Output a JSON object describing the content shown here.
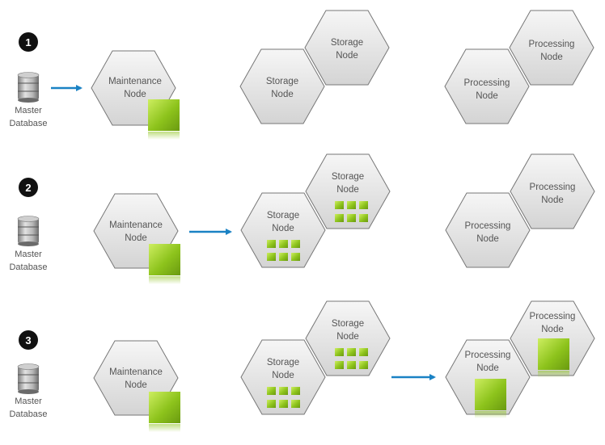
{
  "steps": [
    {
      "number": "1",
      "database": {
        "line1": "Master",
        "line2": "Database"
      },
      "maintenance": {
        "line1": "Maintenance",
        "line2": "Node"
      },
      "storage_front": {
        "line1": "Storage",
        "line2": "Node"
      },
      "storage_back": {
        "line1": "Storage",
        "line2": "Node"
      },
      "processing_front": {
        "line1": "Processing",
        "line2": "Node"
      },
      "processing_back": {
        "line1": "Processing",
        "line2": "Node"
      }
    },
    {
      "number": "2",
      "database": {
        "line1": "Master",
        "line2": "Database"
      },
      "maintenance": {
        "line1": "Maintenance",
        "line2": "Node"
      },
      "storage_front": {
        "line1": "Storage",
        "line2": "Node"
      },
      "storage_back": {
        "line1": "Storage",
        "line2": "Node"
      },
      "processing_front": {
        "line1": "Processing",
        "line2": "Node"
      },
      "processing_back": {
        "line1": "Processing",
        "line2": "Node"
      }
    },
    {
      "number": "3",
      "database": {
        "line1": "Master",
        "line2": "Database"
      },
      "maintenance": {
        "line1": "Maintenance",
        "line2": "Node"
      },
      "storage_front": {
        "line1": "Storage",
        "line2": "Node"
      },
      "storage_back": {
        "line1": "Storage",
        "line2": "Node"
      },
      "processing_front": {
        "line1": "Processing",
        "line2": "Node"
      },
      "processing_back": {
        "line1": "Processing",
        "line2": "Node"
      }
    }
  ],
  "colors": {
    "arrow": "#1a82c4",
    "data_block": "#8dc31c",
    "data_block_light": "#c4e85a",
    "hex_fill_top": "#f4f4f4",
    "hex_fill_bottom": "#d6d6d6",
    "hex_stroke": "#777777"
  }
}
